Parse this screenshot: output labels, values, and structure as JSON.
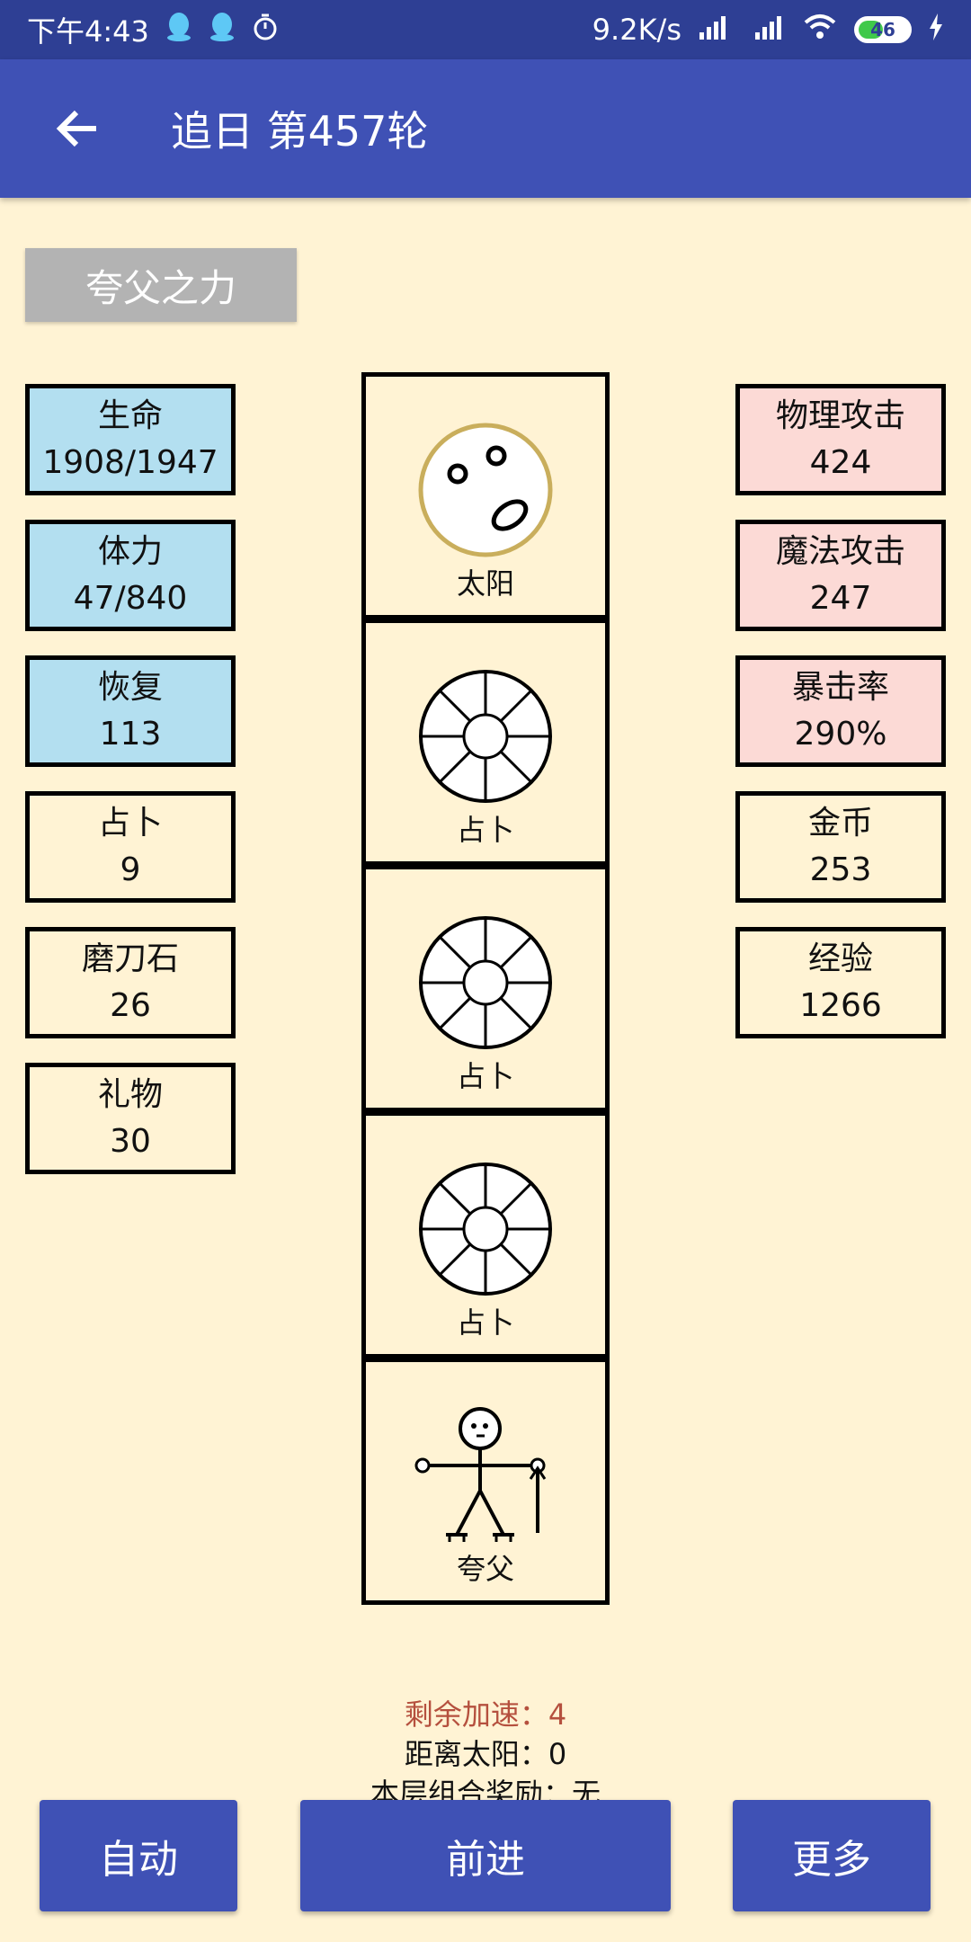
{
  "status_bar": {
    "time": "下午4:43",
    "net_speed": "9.2K/s",
    "battery": "46"
  },
  "header": {
    "title": "追日 第457轮"
  },
  "power_button": "夸父之力",
  "stats_left": [
    {
      "label": "生命",
      "value": "1908/1947"
    },
    {
      "label": "体力",
      "value": "47/840"
    },
    {
      "label": "恢复",
      "value": "113"
    },
    {
      "label": "占卜",
      "value": "9"
    },
    {
      "label": "磨刀石",
      "value": "26"
    },
    {
      "label": "礼物",
      "value": "30"
    }
  ],
  "stats_right": [
    {
      "label": "物理攻击",
      "value": "424"
    },
    {
      "label": "魔法攻击",
      "value": "247"
    },
    {
      "label": "暴击率",
      "value": "290%"
    },
    {
      "label": "金币",
      "value": "253"
    },
    {
      "label": "经验",
      "value": "1266"
    }
  ],
  "tower": [
    {
      "label": "太阳",
      "icon": "sun-icon"
    },
    {
      "label": "占卜",
      "icon": "divination-wheel-icon"
    },
    {
      "label": "占卜",
      "icon": "divination-wheel-icon"
    },
    {
      "label": "占卜",
      "icon": "divination-wheel-icon"
    },
    {
      "label": "夸父",
      "icon": "kuafu-figure-icon"
    }
  ],
  "info": {
    "accel": "剩余加速：4",
    "distance": "距离太阳：0",
    "bonus": "本层组合奖励：无"
  },
  "buttons": {
    "auto": "自动",
    "forward": "前进",
    "more": "更多"
  },
  "colors": {
    "app_bar": "#3f51b5",
    "status_bar": "#2e3f94",
    "background": "#fff3d4",
    "stat_blue": "#b3dff0",
    "stat_pink": "#fcdad6",
    "accel_text": "#b5503e"
  }
}
